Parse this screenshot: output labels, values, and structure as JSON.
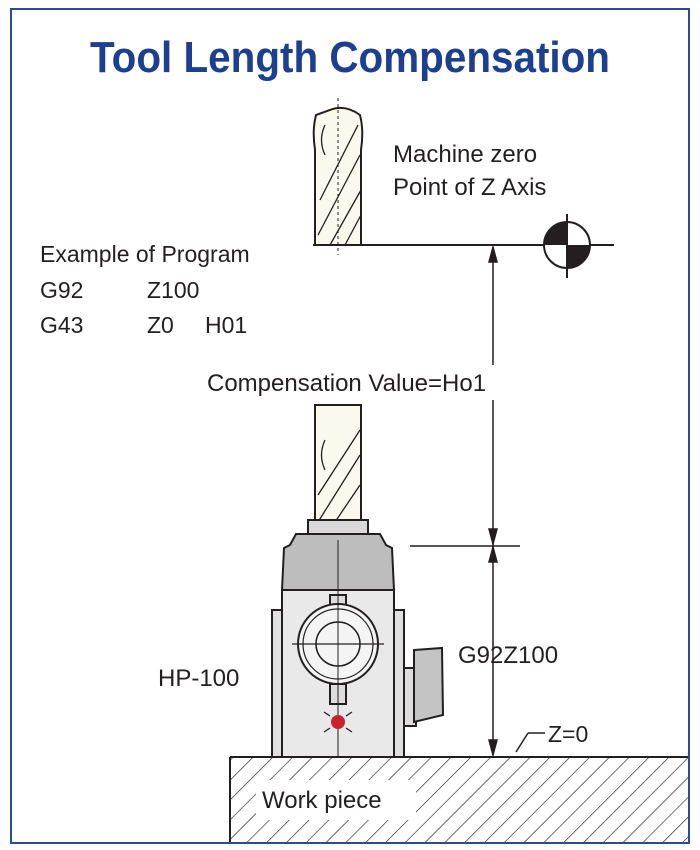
{
  "title": "Tool Length Compensation",
  "machine_zero": {
    "line1": "Machine zero",
    "line2": "Point of Z Axis"
  },
  "program": {
    "heading": "Example of Program",
    "rows": [
      {
        "code": "G92",
        "arg1": "Z100",
        "arg2": ""
      },
      {
        "code": "G43",
        "arg1": "Z0",
        "arg2": "H01"
      }
    ]
  },
  "compensation_label": "Compensation Value=Ho1",
  "device_label": "HP-100",
  "height_label": "G92Z100",
  "zero_label": "Z=0",
  "workpiece_label": "Work piece",
  "colors": {
    "title": "#1d3f8f",
    "border": "#2a4a9a",
    "led": "#c8232c",
    "device": "#e6e6e6"
  }
}
